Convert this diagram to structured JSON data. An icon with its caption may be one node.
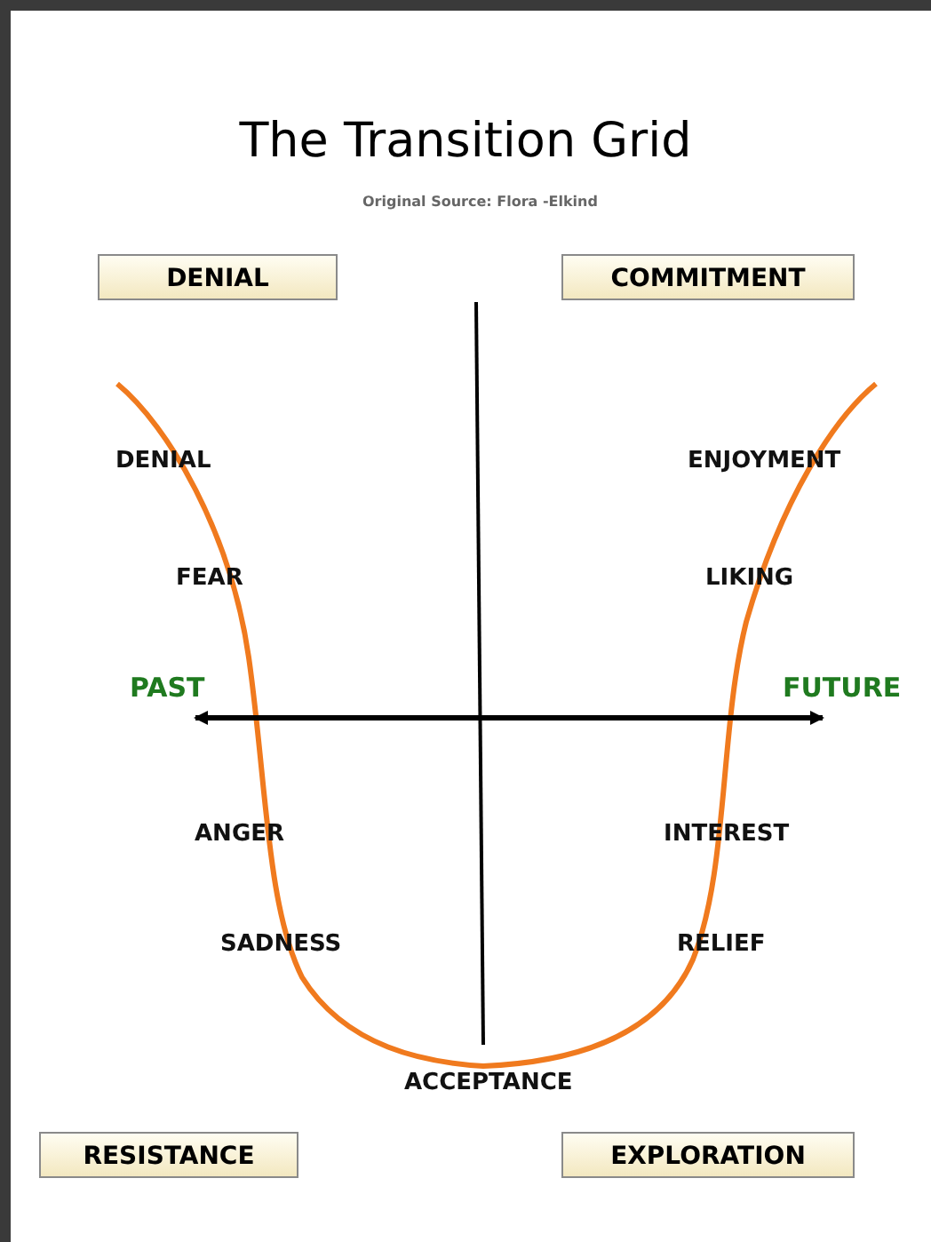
{
  "diagram": {
    "title": "The Transition Grid",
    "nodes": [
      {
        "text": [
          "DENIAL"
        ]
      },
      {
        "text": [
          "COMMITMENT"
        ]
      },
      {
        "text": [
          "RESISTANCE"
        ]
      },
      {
        "text": [
          "EXPLORATION"
        ]
      }
    ],
    "labels": [
      "Original Source: Flora -Elkind",
      "DENIAL",
      "ENJOYMENT",
      "FEAR",
      "LIKING",
      "PAST",
      "FUTURE",
      "ANGER",
      "INTEREST",
      "SADNESS",
      "RELIEF",
      "ACCEPTANCE"
    ]
  }
}
